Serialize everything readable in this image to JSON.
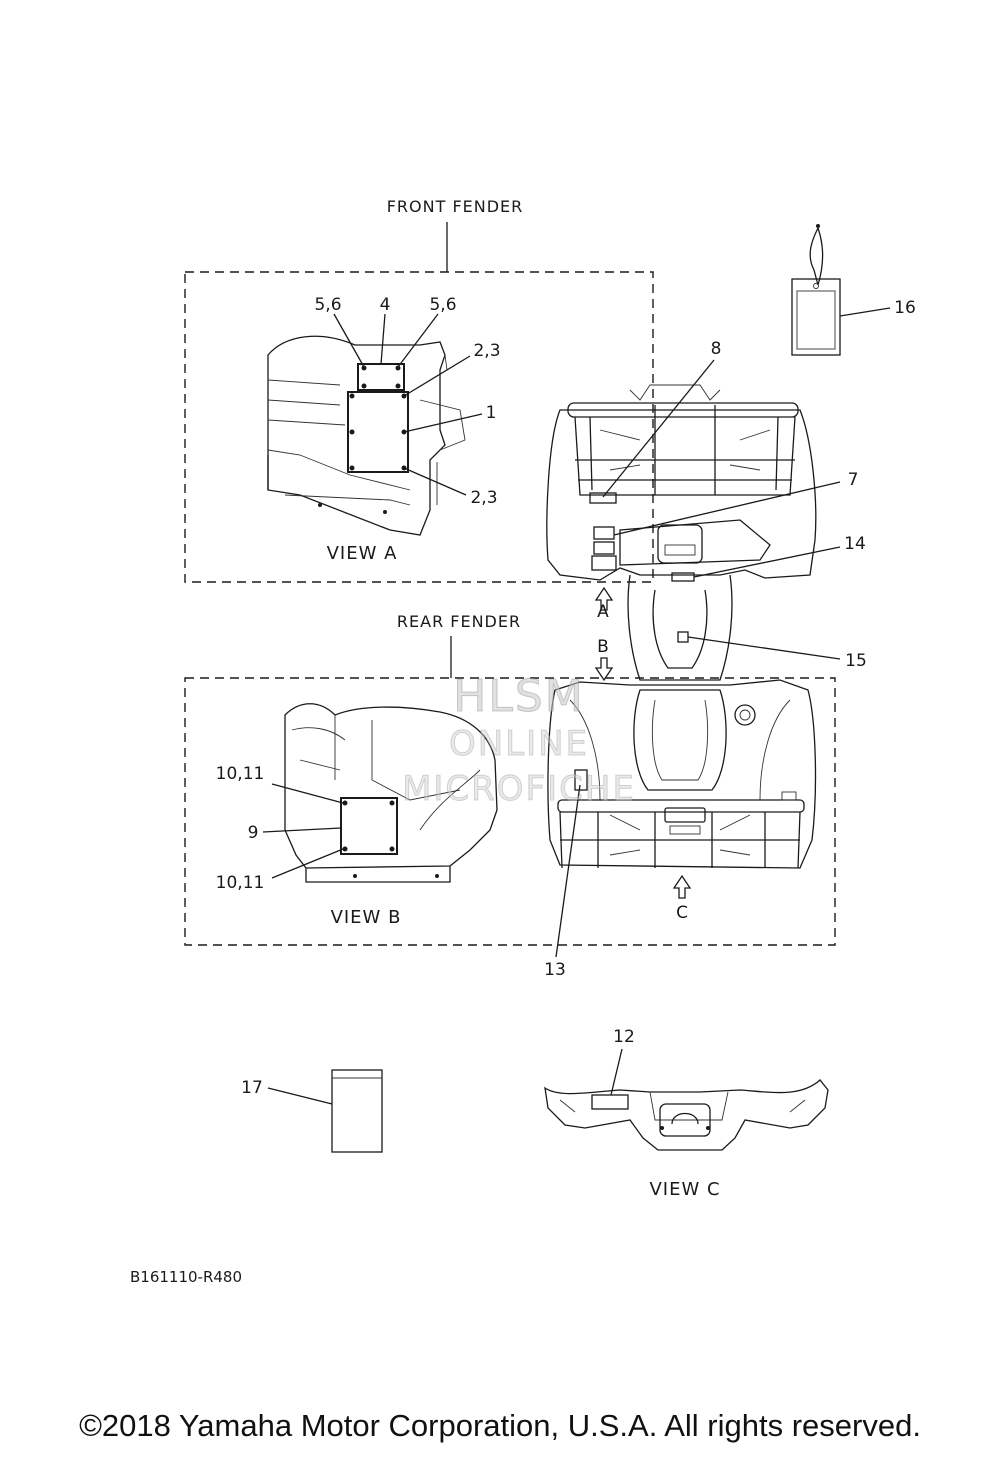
{
  "headers": {
    "front_fender": "FRONT FENDER",
    "rear_fender": "REAR FENDER"
  },
  "views": {
    "view_a": "VIEW A",
    "view_b": "VIEW B",
    "view_c": "VIEW C"
  },
  "arrows": {
    "a": "A",
    "b": "B",
    "c": "C"
  },
  "callouts": {
    "c_5_6_left": "5,6",
    "c_4": "4",
    "c_5_6_right": "5,6",
    "c_2_3_top": "2,3",
    "c_1": "1",
    "c_2_3_bottom": "2,3",
    "c_8": "8",
    "c_7": "7",
    "c_14": "14",
    "c_15": "15",
    "c_16": "16",
    "c_10_11_top": "10,11",
    "c_9": "9",
    "c_10_11_bottom": "10,11",
    "c_13": "13",
    "c_12": "12",
    "c_17": "17"
  },
  "watermark": {
    "line1": "HLSM",
    "line2": "ONLINE",
    "line3": "MICROFICHE"
  },
  "drawing_code": "B161110-R480",
  "copyright": "©2018 Yamaha Motor Corporation, U.S.A. All rights reserved."
}
